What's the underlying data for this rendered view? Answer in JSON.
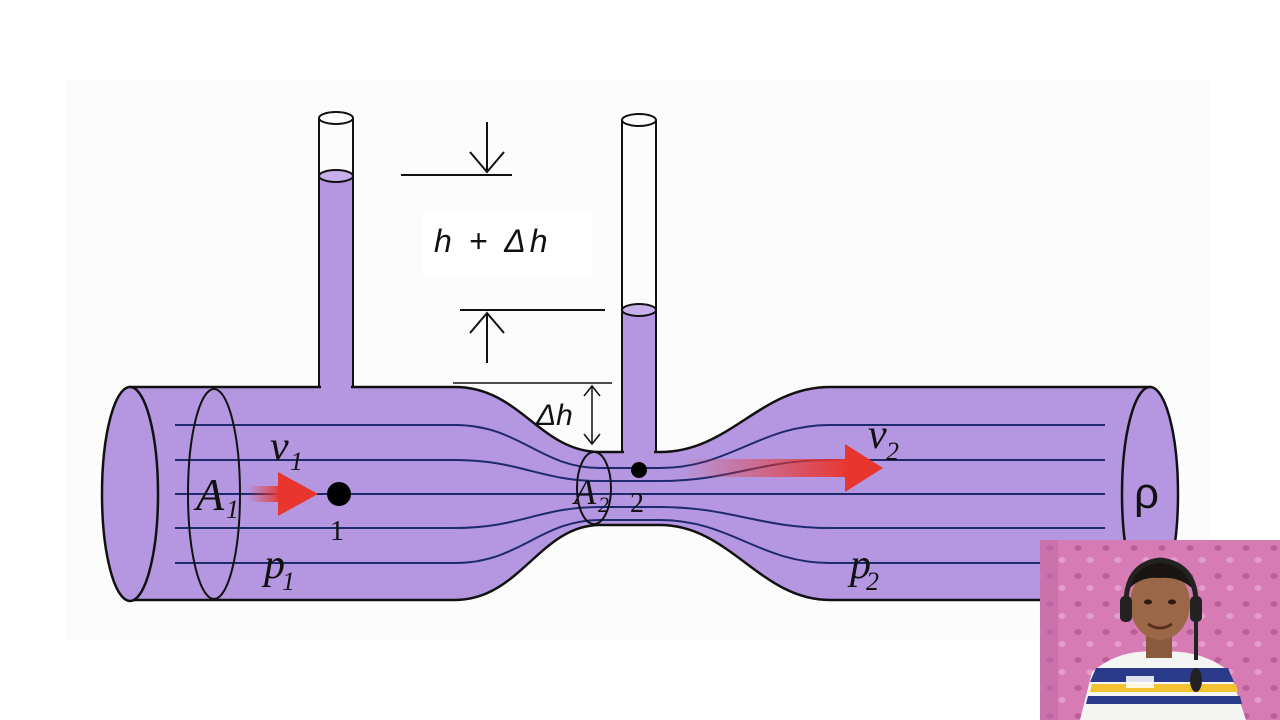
{
  "diagram": {
    "height_label": "h + Δh",
    "delta_h_label": "Δh",
    "area1_label": "A",
    "area1_sub": "1",
    "area2_label": "A",
    "area2_sub": "2",
    "velocity1_label": "v",
    "velocity1_sub": "1",
    "velocity2_label": "v",
    "velocity2_sub": "2",
    "pressure1_label": "p",
    "pressure1_sub": "1",
    "pressure2_label": "p",
    "pressure2_sub": "2",
    "point1_label": "1",
    "point2_label": "2",
    "density_label": "ρ",
    "colors": {
      "fluid": "#b497e0",
      "streamline": "#1e2a6e",
      "outline": "#111111",
      "arrow": "#e8362f"
    }
  },
  "webcam": {
    "icon": "person-webcam-icon"
  }
}
